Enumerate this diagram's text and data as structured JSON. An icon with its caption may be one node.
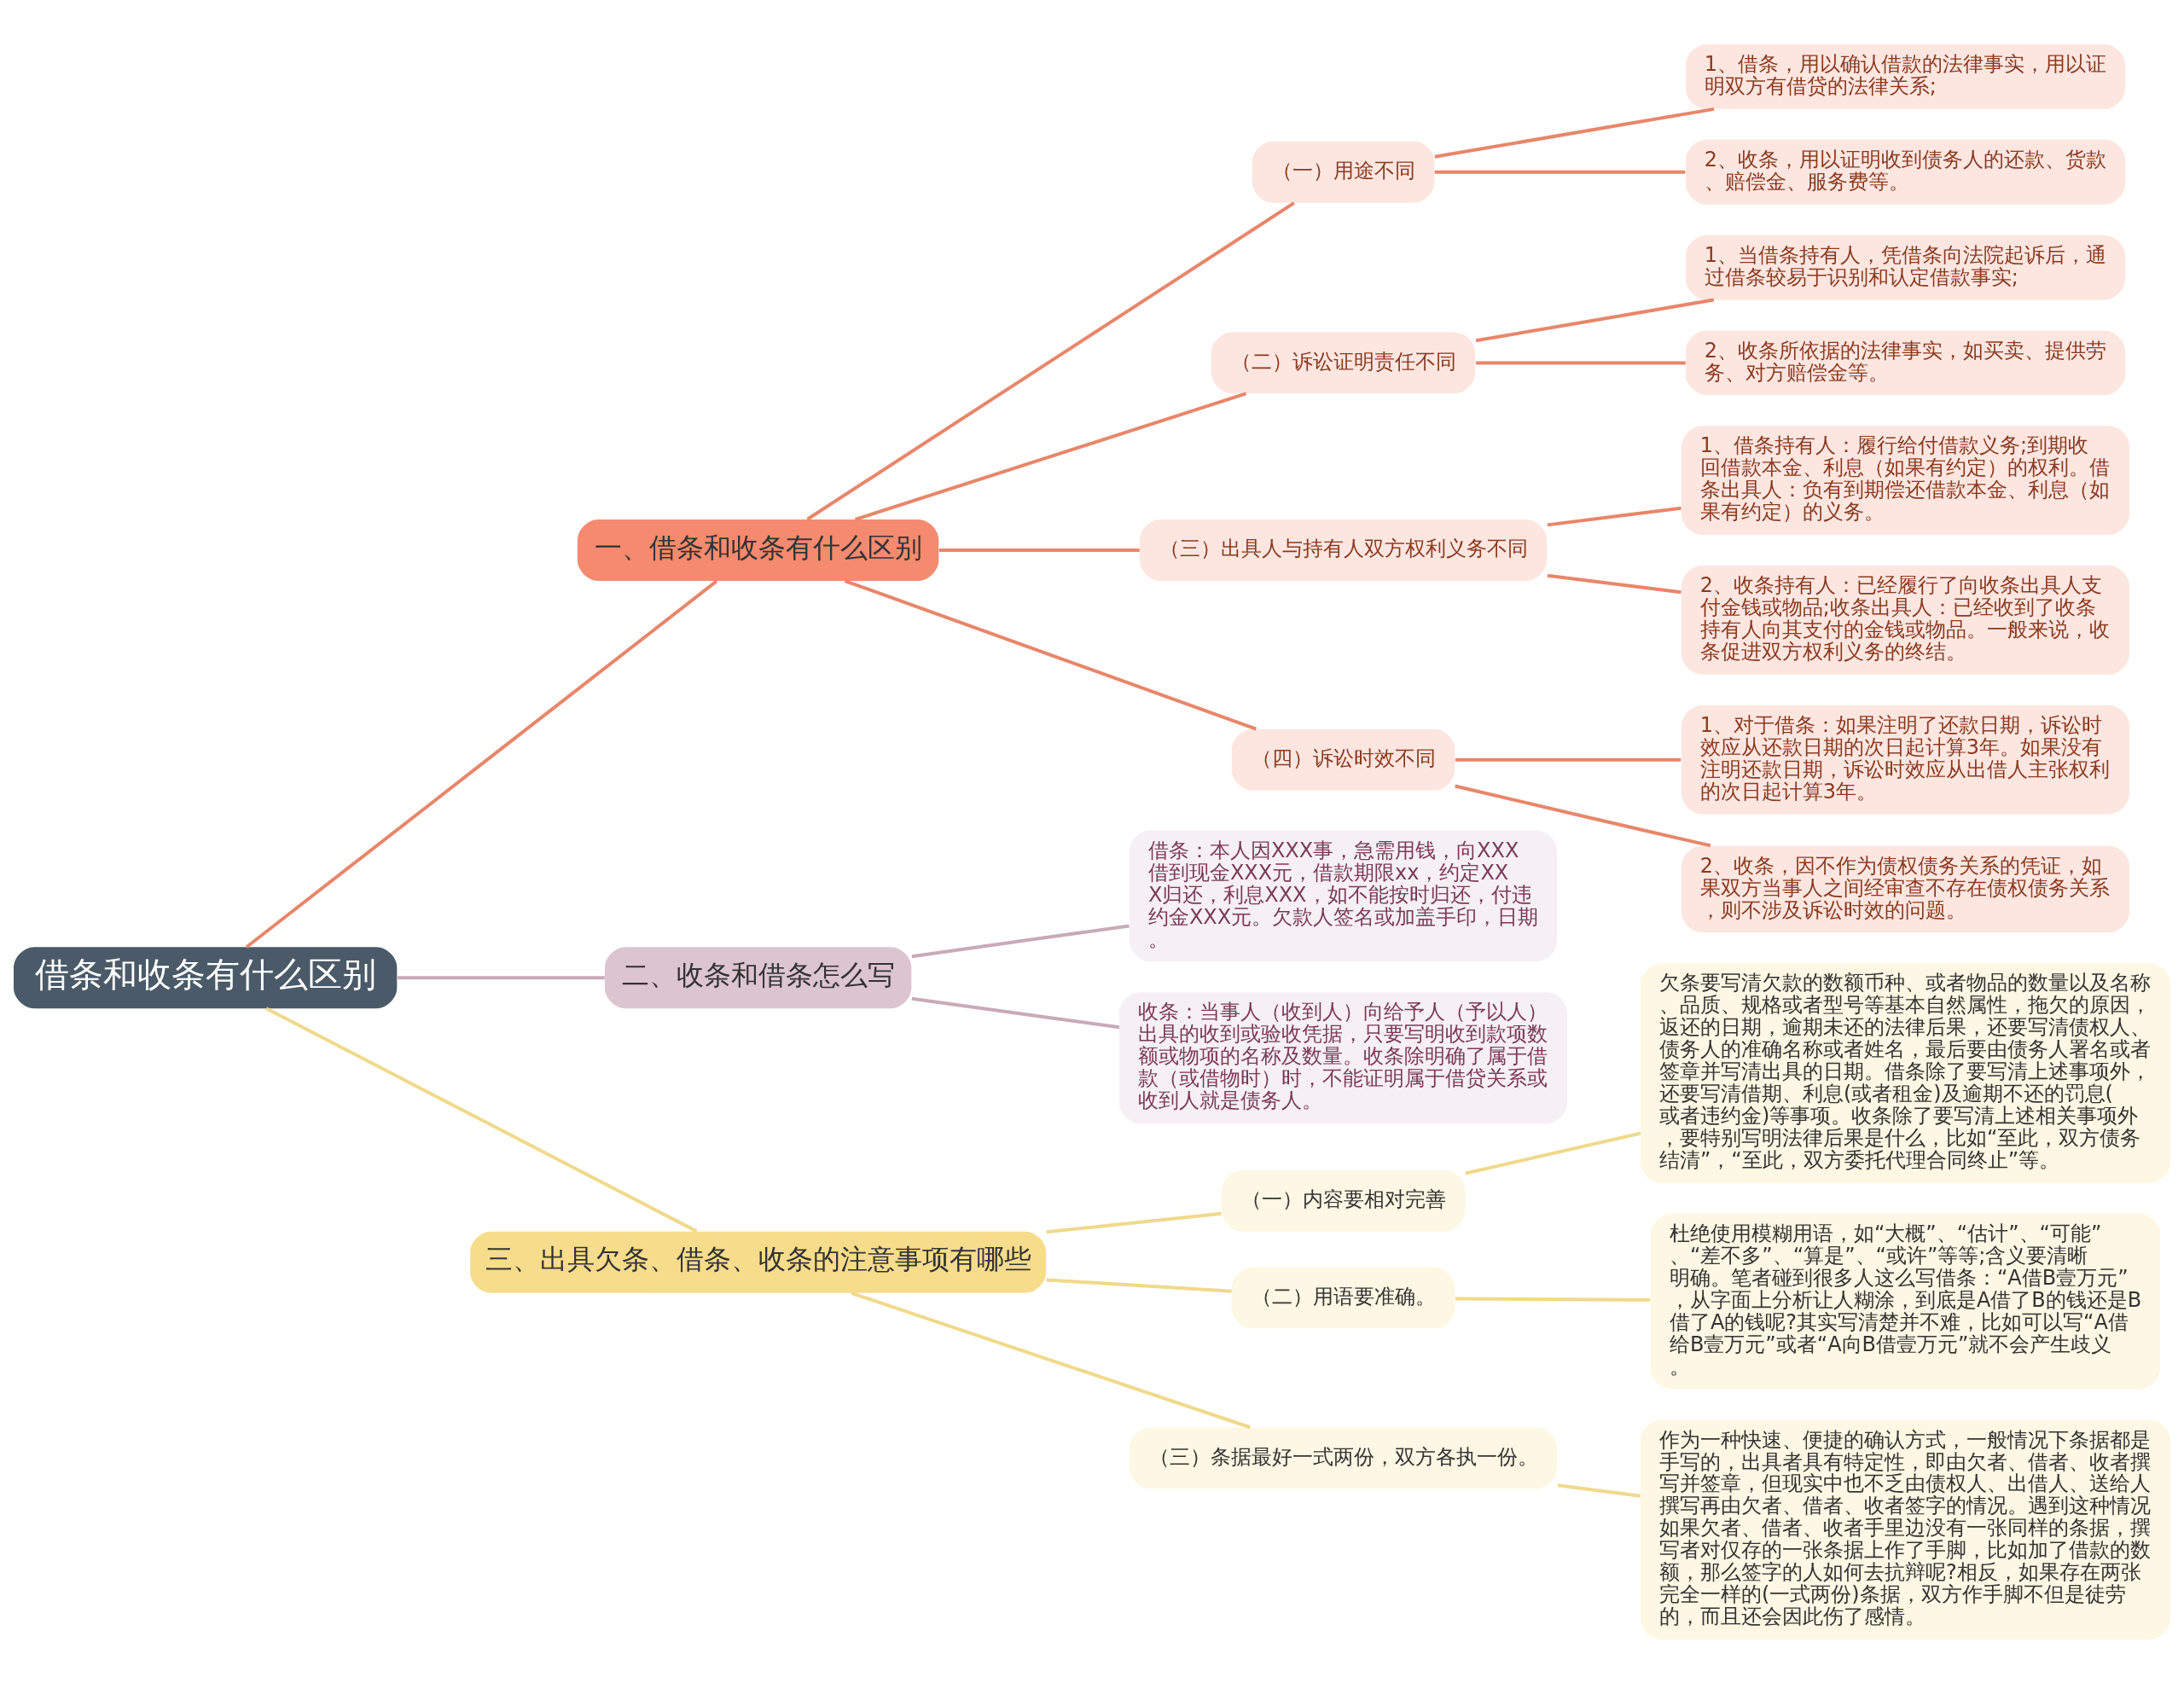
{
  "diagram": {
    "nodes": [
      {
        "text": [
          "借条和收条有什么区别"
        ]
      },
      {
        "text": [
          "一、借条和收条有什么区别"
        ]
      },
      {
        "text": [
          "（一）用途不同"
        ]
      },
      {
        "text": [
          "1、借条，用以确认借款的法律事实，用以证明双方有借贷的法律关系;"
        ]
      },
      {
        "text": [
          "2、收条，用以证明收到债务人的还款、货款、赔偿金、服务费等。"
        ]
      },
      {
        "text": [
          "（二）诉讼证明责任不同"
        ]
      },
      {
        "text": [
          "1、当借条持有人，凭借条向法院起诉后，通过借条较易于识别和认定借款事实;"
        ]
      },
      {
        "text": [
          "2、收条所依据的法律事实，如买卖、提供劳务、对方赔偿金等。"
        ]
      },
      {
        "text": [
          "（三）出具人与持有人双方权利义务不同"
        ]
      },
      {
        "text": [
          "1、借条持有人：履行给付借款义务;到期收回借款本金、利息（如果有约定）的权利。借条出具人：负有到期偿还借款本金、利息（如果有约定）的义务。"
        ]
      },
      {
        "text": [
          "2、收条持有人：已经履行了向收条出具人支付金钱或物品;收条出具人：已经收到了收条持有人向其支付的金钱或物品。一般来说，收条促进双方权利义务的终结。"
        ]
      },
      {
        "text": [
          "（四）诉讼时效不同"
        ]
      },
      {
        "text": [
          "1、对于借条：如果注明了还款日期，诉讼时效应从还款日期的次日起计算3年。如果没有注明还款日期，诉讼时效应从出借人主张权利的次日起计算3年。"
        ]
      },
      {
        "text": [
          "2、收条，因不作为债权债务关系的凭证，如果双方当事人之间经审查不存在债权债务关系，则不涉及诉讼时效的问题。"
        ]
      },
      {
        "text": [
          "二、收条和借条怎么写"
        ]
      },
      {
        "text": [
          "借条：本人因XXX事，急需用钱，向XXX借到现金XXX元，借款期限xx，约定XXX归还，利息XXX，如不能按时归还，付违约金XXX元。欠款人签名或加盖手印，日期。"
        ]
      },
      {
        "text": [
          "收条：当事人（收到人）向给予人（予以人）出具的收到或验收凭据，只要写明收到款项数额或物项的名称及数量。收条除明确了属于借款（或借物时）时，不能证明属于借贷关系或收到人就是债务人。"
        ]
      },
      {
        "text": [
          "三、出具欠条、借条、收条的注意事项有哪些"
        ]
      },
      {
        "text": [
          "（一）内容要相对完善"
        ]
      },
      {
        "text": [
          "欠条要写清欠款的数额币种、或者物品的数量以及名称、品质、规格或者型号等基本自然属性，拖欠的原因，返还的日期，逾期未还的法律后果，还要写清债权人、债务人的准确名称或者姓名，最后要由债务人署名或者签章并写清出具的日期。借条除了要写清上述事项外，还要写清借期、利息(或者租金)及逾期不还的罚息(或者违约金)等事项。收条除了要写清上述相关事项外，要特别写明法律后果是什么，比如“至此，双方债务结清”，“至此，双方委托代理合同终止”等。"
        ]
      },
      {
        "text": [
          "（二）用语要准确。"
        ]
      },
      {
        "text": [
          "杜绝使用模糊用语，如“大概”、“估计”、“可能”、“差不多”、“算是”、“或许”等等;含义要清晰明确。笔者碰到很多人这么写借条：“A借B壹万元”，从字面上分析让人糊涂，到底是A借了B的钱还是B借了A的钱呢?其实写清楚并不难，比如可以写“A借给B壹万元”或者“A向B借壹万元”就不会产生歧义。"
        ]
      },
      {
        "text": [
          "（三）条据最好一式两份，双方各执一份。"
        ]
      },
      {
        "text": [
          "作为一种快速、便捷的确认方式，一般情况下条据都是手写的，出具者具有特定性，即由欠者、借者、收者撰写并签章，但现实中也不乏由债权人、出借人、送给人撰写再由欠者、借者、收者签字的情况。遇到这种情况如果欠者、借者、收者手里边没有一张同样的条据，撰写者对仅存的一张条据上作了手脚，比如加了借款的数额，那么签字的人如何去抗辩呢?相反，如果存在两张完全一样的(一式两份)条据，双方作手脚不但是徒劳的，而且还会因此伤了感情。"
        ]
      }
    ],
    "edges": [
      {
        "from": 0,
        "to": 1,
        "arrow": "none"
      },
      {
        "from": 1,
        "to": 2,
        "arrow": "none"
      },
      {
        "from": 2,
        "to": 3,
        "arrow": "none"
      },
      {
        "from": 2,
        "to": 4,
        "arrow": "none"
      },
      {
        "from": 1,
        "to": 5,
        "arrow": "none"
      },
      {
        "from": 5,
        "to": 6,
        "arrow": "none"
      },
      {
        "from": 5,
        "to": 7,
        "arrow": "none"
      },
      {
        "from": 1,
        "to": 8,
        "arrow": "none"
      },
      {
        "from": 8,
        "to": 9,
        "arrow": "none"
      },
      {
        "from": 8,
        "to": 10,
        "arrow": "none"
      },
      {
        "from": 1,
        "to": 11,
        "arrow": "none"
      },
      {
        "from": 11,
        "to": 12,
        "arrow": "none"
      },
      {
        "from": 11,
        "to": 13,
        "arrow": "none"
      },
      {
        "from": 0,
        "to": 14,
        "arrow": "none",
        "color": "#c9aab8"
      },
      {
        "from": 14,
        "to": 15,
        "arrow": "none",
        "color": "#c9aab8"
      },
      {
        "from": 14,
        "to": 16,
        "arrow": "none",
        "color": "#c9aab8"
      },
      {
        "from": 0,
        "to": 17,
        "arrow": "none",
        "color": "#f0d98a"
      },
      {
        "from": 17,
        "to": 18,
        "arrow": "none",
        "color": "#f0d98a"
      },
      {
        "from": 18,
        "to": 19,
        "arrow": "none",
        "color": "#f0d98a"
      },
      {
        "from": 17,
        "to": 20,
        "arrow": "none",
        "color": "#f0d98a"
      },
      {
        "from": 20,
        "to": 21,
        "arrow": "none",
        "color": "#f0d98a"
      },
      {
        "from": 17,
        "to": 22,
        "arrow": "none",
        "color": "#f0d98a"
      },
      {
        "from": 22,
        "to": 23,
        "arrow": "none",
        "color": "#f0d98a"
      }
    ]
  }
}
